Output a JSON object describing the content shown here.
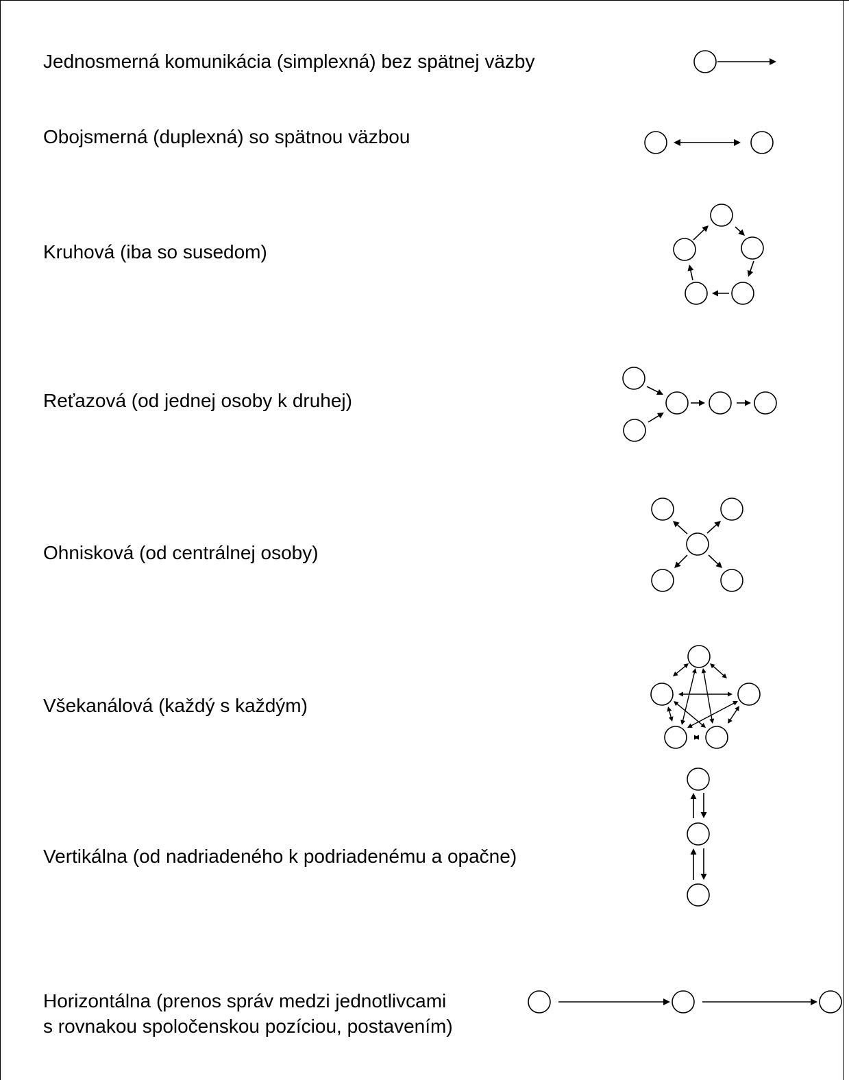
{
  "rows": [
    {
      "id": "simplex",
      "label": "Jednosmerná komunikácia (simplexná) bez spätnej väzby"
    },
    {
      "id": "duplex",
      "label": "Obojsmerná (duplexná) so spätnou väzbou"
    },
    {
      "id": "circle",
      "label": "Kruhová (iba so susedom)"
    },
    {
      "id": "chain",
      "label": "Reťazová (od jednej osoby k druhej)"
    },
    {
      "id": "focal",
      "label": "Ohnisková (od centrálnej osoby)"
    },
    {
      "id": "allchannel",
      "label": "Všekanálová (každý s každým)"
    },
    {
      "id": "vertical",
      "label": "Vertikálna (od nadriadeného k podriadenému a opačne)"
    },
    {
      "id": "horizontal",
      "label_line1": "Horizontálna (prenos správ medzi jednotlivcami",
      "label_line2": "s rovnakou spoločenskou pozíciou, postavením)"
    }
  ]
}
